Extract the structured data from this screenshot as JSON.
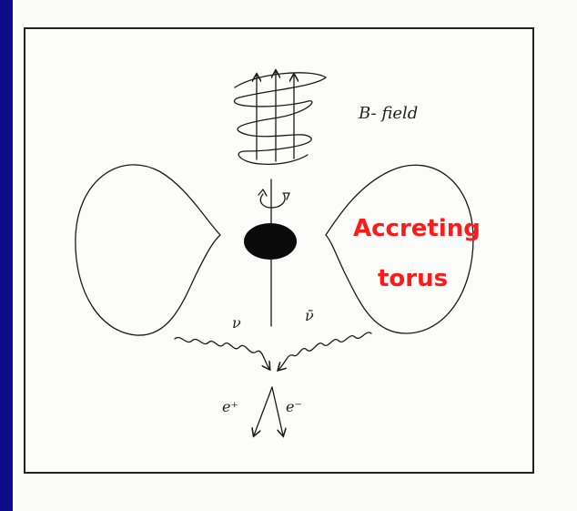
{
  "diagram": {
    "labels": {
      "b_field": "B- field",
      "nu": "ν",
      "nu_bar": "ν̄",
      "e_plus": "e⁺",
      "e_minus": "e⁻"
    },
    "overlay": {
      "line1": "Accreting",
      "line2": "torus",
      "color": "#ff1a1a"
    },
    "colors": {
      "background": "#0c0c8a",
      "paper": "#fcfcfb",
      "ink": "#1a1a1a"
    },
    "icons": {
      "black_hole": "filled-ellipse",
      "rotation": "curved-arrows"
    }
  }
}
